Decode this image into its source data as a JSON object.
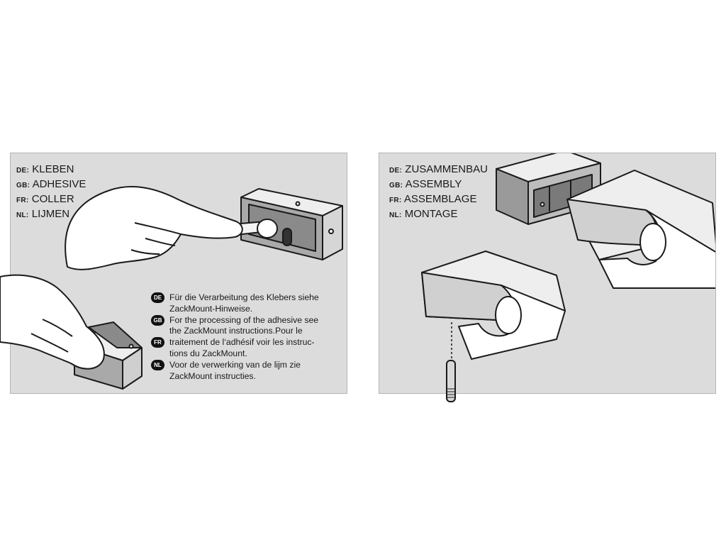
{
  "left_panel": {
    "steps": [
      {
        "code": "DE:",
        "text": "KLEBEN"
      },
      {
        "code": "GB:",
        "text": "ADHESIVE"
      },
      {
        "code": "FR:",
        "text": "COLLER"
      },
      {
        "code": "NL:",
        "text": "LIJMEN"
      }
    ],
    "notes": [
      {
        "badge": "DE",
        "lines": [
          "Für die Verarbeitung des Klebers siehe",
          "ZackMount-Hinweise."
        ]
      },
      {
        "badge": "GB",
        "lines": [
          "For the processing of the adhesive see",
          "the ZackMount instructions.Pour le"
        ]
      },
      {
        "badge": "FR",
        "lines": [
          "traitement de l‘adhésif voir les instruc-",
          "tions du ZackMount."
        ]
      },
      {
        "badge": "NL",
        "lines": [
          "Voor de verwerking van de lijm zie",
          "ZackMount instructies."
        ]
      }
    ]
  },
  "right_panel": {
    "steps": [
      {
        "code": "DE:",
        "text": "ZUSAMMENBAU"
      },
      {
        "code": "GB:",
        "text": "ASSEMBLY"
      },
      {
        "code": "FR:",
        "text": "ASSEMBLAGE"
      },
      {
        "code": "NL:",
        "text": "MONTAGE"
      }
    ]
  },
  "colors": {
    "panel_bg": "#dcdcdc",
    "outline": "#1a1a1a",
    "metal": "#bdbdbd",
    "white": "#ffffff"
  }
}
